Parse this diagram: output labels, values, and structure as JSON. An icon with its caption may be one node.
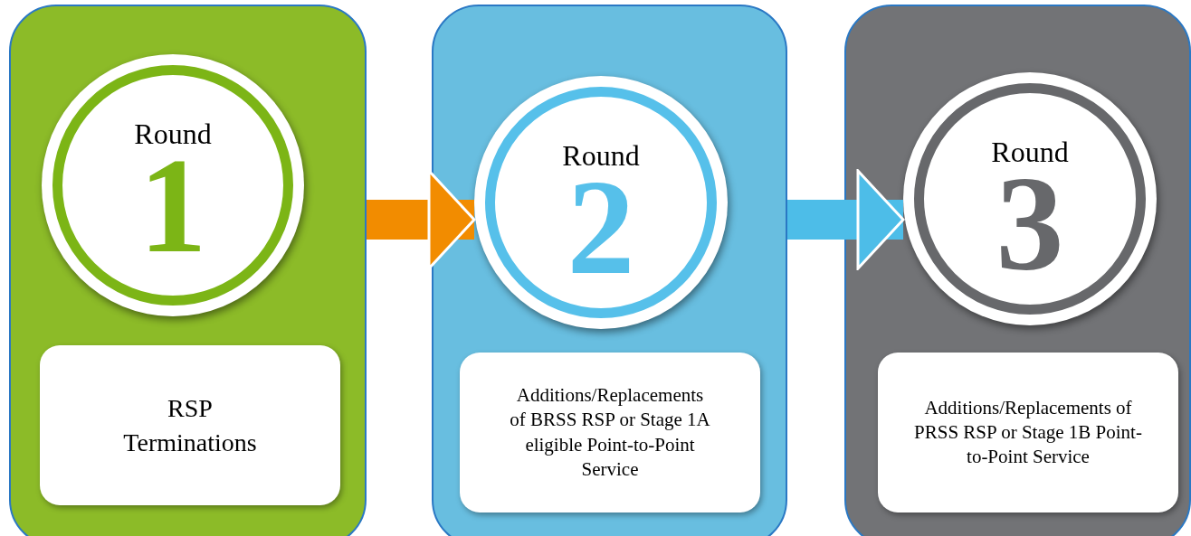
{
  "diagram": {
    "nodes": [
      {
        "text": [],
        "shape": "box"
      },
      {
        "text": [
          "Round",
          "1"
        ],
        "in": 0
      },
      {
        "text": [
          "RSP Terminations"
        ],
        "in": 0
      },
      {
        "text": [],
        "shape": "box"
      },
      {
        "text": [
          "Round",
          "2"
        ],
        "in": 3
      },
      {
        "text": [
          "Additions/Replacements of BRSS RSP or Stage 1A eligible Point-to-Point Service"
        ],
        "in": 3
      },
      {
        "text": [],
        "shape": "box"
      },
      {
        "text": [
          "Round",
          "3"
        ],
        "in": 6
      },
      {
        "text": [
          "Additions/Replacements of PRSS RSP or Stage 1B Point-to-Point Service"
        ],
        "in": 6
      }
    ],
    "edges": [
      {
        "from": 0,
        "to": 4,
        "arrow": "to",
        "color": "#f28c00"
      },
      {
        "from": 3,
        "to": 7,
        "arrow": "to",
        "color": "#4dbde8"
      }
    ]
  }
}
